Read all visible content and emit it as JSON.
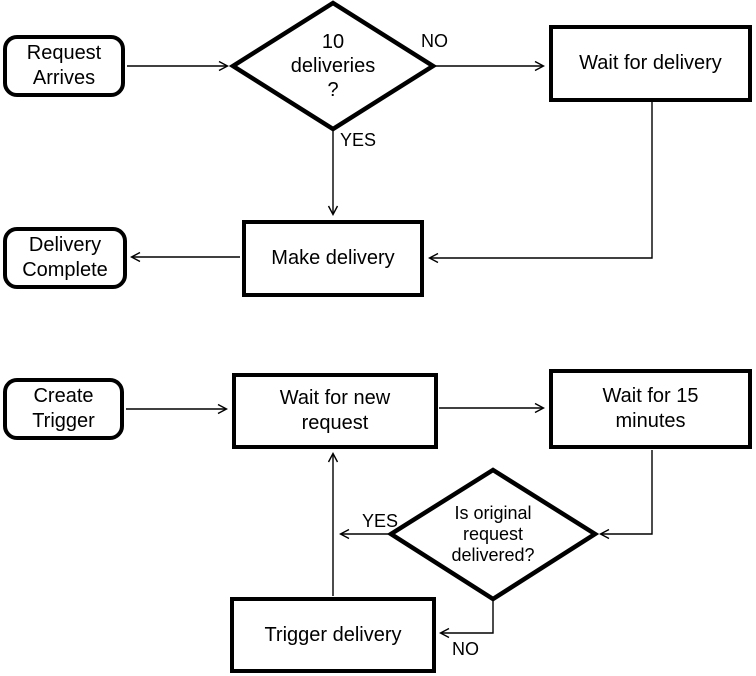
{
  "canvas": {
    "background": "#ffffff",
    "line_color": "#000000",
    "text_color": "#000000"
  },
  "top_flow": {
    "request_arrives": {
      "lines": [
        "Request",
        "Arrives"
      ]
    },
    "deliveries_decision": {
      "lines": [
        "10",
        "deliveries",
        "?"
      ]
    },
    "no_label": "NO",
    "yes_label": "YES",
    "wait_for_delivery": {
      "lines": [
        "Wait for delivery"
      ]
    },
    "make_delivery": {
      "lines": [
        "Make delivery"
      ]
    },
    "delivery_complete": {
      "lines": [
        "Delivery",
        "Complete"
      ]
    }
  },
  "bottom_flow": {
    "create_trigger": {
      "lines": [
        "Create",
        "Trigger"
      ]
    },
    "wait_for_new_request": {
      "lines": [
        "Wait for new",
        "request"
      ]
    },
    "wait_for_15_minutes": {
      "lines": [
        "Wait for 15",
        "minutes"
      ]
    },
    "delivered_decision": {
      "lines": [
        "Is original",
        "request",
        "delivered?"
      ]
    },
    "yes_label": "YES",
    "no_label": "NO",
    "trigger_delivery": {
      "lines": [
        "Trigger delivery"
      ]
    }
  }
}
